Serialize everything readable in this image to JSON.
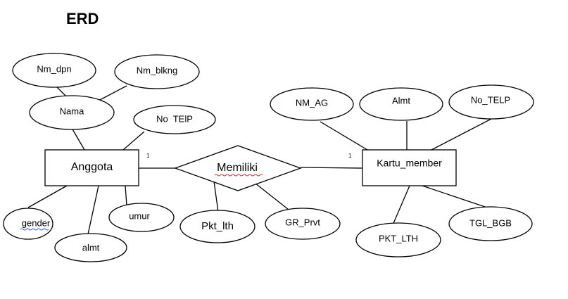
{
  "title": "ERD",
  "entities": {
    "anggota": "Anggota",
    "kartu_member": "Kartu_member"
  },
  "relationship": {
    "label": "Memiliki"
  },
  "cardinality": {
    "left": "1",
    "right": "1"
  },
  "attributes": {
    "nm_dpn": "Nm_dpn",
    "nm_blkng": "Nm_blkng",
    "nama": "Nama",
    "no_telp_anggota": "No  TElP",
    "gender": "gender",
    "alamat_anggota": "almt",
    "umur": "umur",
    "pkt_lth_rel": "Pkt_lth",
    "gr_prvt": "GR_Prvt",
    "nm_ag": "NM_AG",
    "alamat_member": "Almt",
    "no_telp_member": "No_TELP",
    "pkt_lth_member": "PKT_LTH",
    "tgl_bgb": "TGL_BGB"
  }
}
